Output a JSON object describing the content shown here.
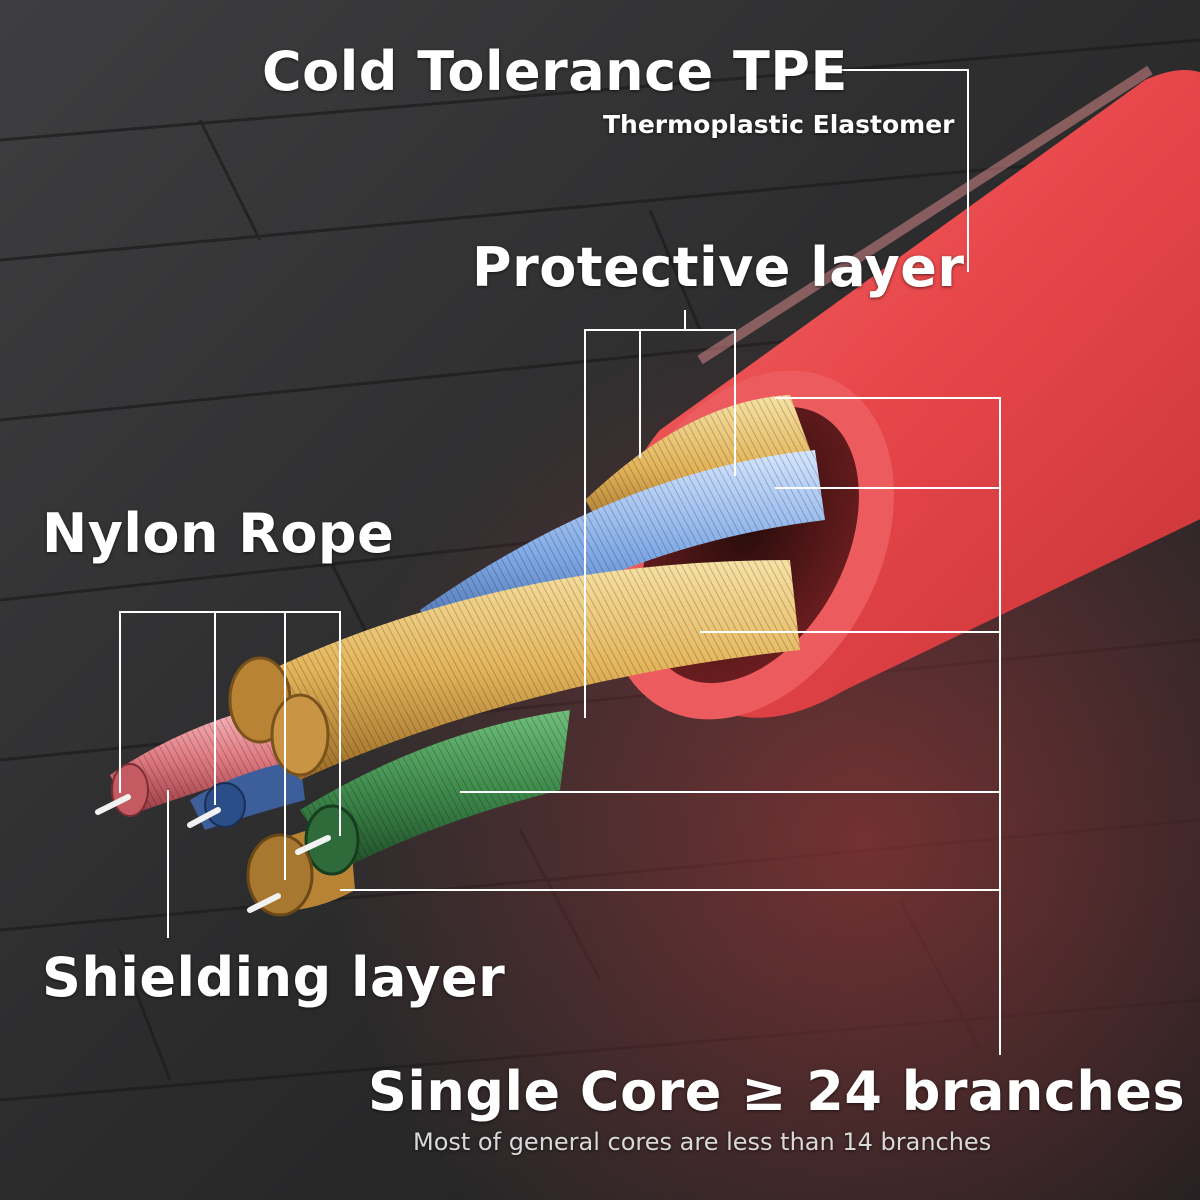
{
  "labels": {
    "tpe_title": "Cold Tolerance TPE",
    "tpe_subtitle": "Thermoplastic Elastomer",
    "protective": "Protective layer",
    "nylon": "Nylon Rope",
    "shielding": "Shielding layer",
    "core_title": "Single Core ≥ 24 branches",
    "core_note": "Most of general cores are less than 14 branches"
  },
  "colors": {
    "background": "#2f2f30",
    "jacket_red": "#e8474a",
    "strand_gold": "#e3b45a",
    "strand_blue": "#7fa9e6",
    "strand_green": "#3f8a4c",
    "strand_pink": "#e07b82",
    "leader_lines": "#ffffff"
  }
}
